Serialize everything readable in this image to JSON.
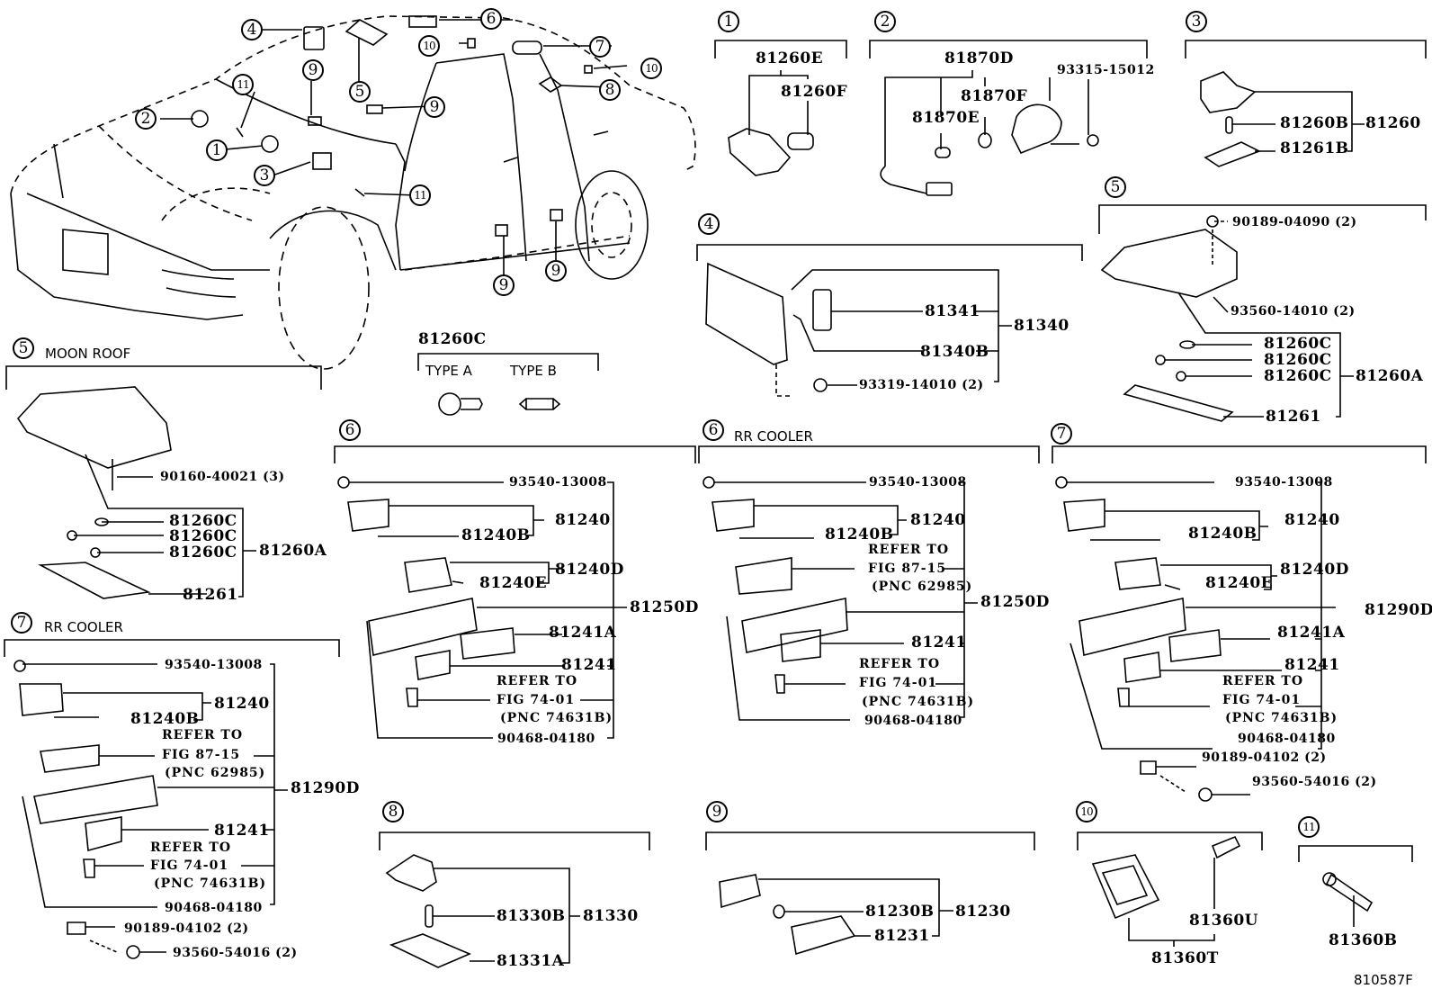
{
  "figure_code": "810587F",
  "overview_callouts": [
    "4",
    "6",
    "10",
    "7",
    "10",
    "8",
    "9",
    "5",
    "9",
    "11",
    "2",
    "1",
    "3",
    "11",
    "9",
    "9"
  ],
  "bulb_types": {
    "part": "81260C",
    "type_a": "TYPE  A",
    "type_b": "TYPE  B"
  },
  "groups": {
    "g1": {
      "num": "1",
      "parts": [
        "81260E",
        "81260F"
      ]
    },
    "g2": {
      "num": "2",
      "parts": [
        "81870D",
        "81870F",
        "81870E",
        "93315-15012"
      ]
    },
    "g3": {
      "num": "3",
      "parts": [
        "81260B",
        "81261B"
      ],
      "assembly": "81260"
    },
    "g4": {
      "num": "4",
      "parts": [
        "81341",
        "81340B",
        "93319-14010 (2)"
      ],
      "assembly": "81340"
    },
    "g5": {
      "num": "5",
      "parts": [
        "90189-04090 (2)",
        "93560-14010 (2)",
        "81260C",
        "81260C",
        "81260C",
        "81261"
      ],
      "assembly": "81260A"
    },
    "g5m": {
      "num": "5",
      "caption": "MOON ROOF",
      "parts": [
        "90160-40021 (3)",
        "81260C",
        "81260C",
        "81260C",
        "81261"
      ],
      "assembly": "81260A"
    },
    "g6": {
      "num": "6",
      "parts": [
        "93540-13008",
        "81240",
        "81240B",
        "81240D",
        "81240E",
        "81241A",
        "81241",
        "90468-04180"
      ],
      "assembly": "81250D",
      "refer": [
        "REFER  TO",
        "FIG  74-01",
        "(PNC  74631B)"
      ]
    },
    "g6r": {
      "num": "6",
      "caption": "RR COOLER",
      "parts": [
        "93540-13008",
        "81240",
        "81240B",
        "81241",
        "90468-04180"
      ],
      "assembly": "81250D",
      "refer1": [
        "REFER  TO",
        "FIG  87-15",
        "(PNC  62985)"
      ],
      "refer2": [
        "REFER  TO",
        "FIG  74-01",
        "(PNC  74631B)"
      ]
    },
    "g7": {
      "num": "7",
      "parts": [
        "93540-13008",
        "81240",
        "81240B",
        "81240D",
        "81240E",
        "81241A",
        "81241",
        "90468-04180",
        "90189-04102 (2)",
        "93560-54016 (2)"
      ],
      "assembly": "81290D",
      "refer": [
        "REFER  TO",
        "FIG  74-01",
        "(PNC  74631B)"
      ]
    },
    "g7r": {
      "num": "7",
      "caption": "RR COOLER",
      "parts": [
        "93540-13008",
        "81240",
        "81240B",
        "81241",
        "90468-04180",
        "90189-04102 (2)",
        "93560-54016 (2)"
      ],
      "assembly": "81290D",
      "refer1": [
        "REFER  TO",
        "FIG  87-15",
        "(PNC  62985)"
      ],
      "refer2": [
        "REFER  TO",
        "FIG  74-01",
        "(PNC  74631B)"
      ]
    },
    "g8": {
      "num": "8",
      "parts": [
        "81330B",
        "81331A"
      ],
      "assembly": "81330"
    },
    "g9": {
      "num": "9",
      "parts": [
        "81230B",
        "81231"
      ],
      "assembly": "81230"
    },
    "g10": {
      "num": "10",
      "parts": [
        "81360U",
        "81360T"
      ]
    },
    "g11": {
      "num": "11",
      "parts": [
        "81360B"
      ]
    }
  }
}
